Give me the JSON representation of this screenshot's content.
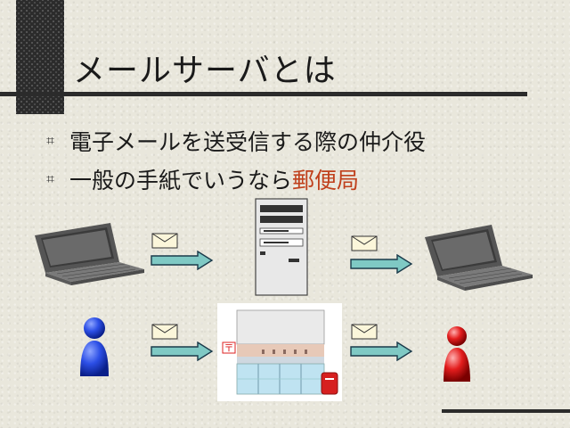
{
  "slide": {
    "title": "メールサーバとは",
    "bullets": [
      {
        "text": "電子メールを送受信する際の仲介役"
      },
      {
        "text": "一般の手紙でいうなら",
        "highlight": "郵便局"
      }
    ]
  },
  "diagram": {
    "top_row": [
      "laptop-icon",
      "envelope-icon",
      "arrow-icon",
      "server-icon",
      "envelope-icon",
      "arrow-icon",
      "laptop-icon"
    ],
    "bottom_row": [
      "person-icon",
      "envelope-icon",
      "arrow-icon",
      "post-office-icon",
      "envelope-icon",
      "arrow-icon",
      "person-icon"
    ],
    "colors": {
      "sender": "#1f3fd6",
      "receiver": "#d61a1a",
      "arrow": "#7fc9c4",
      "highlight": "#c0401c"
    }
  }
}
